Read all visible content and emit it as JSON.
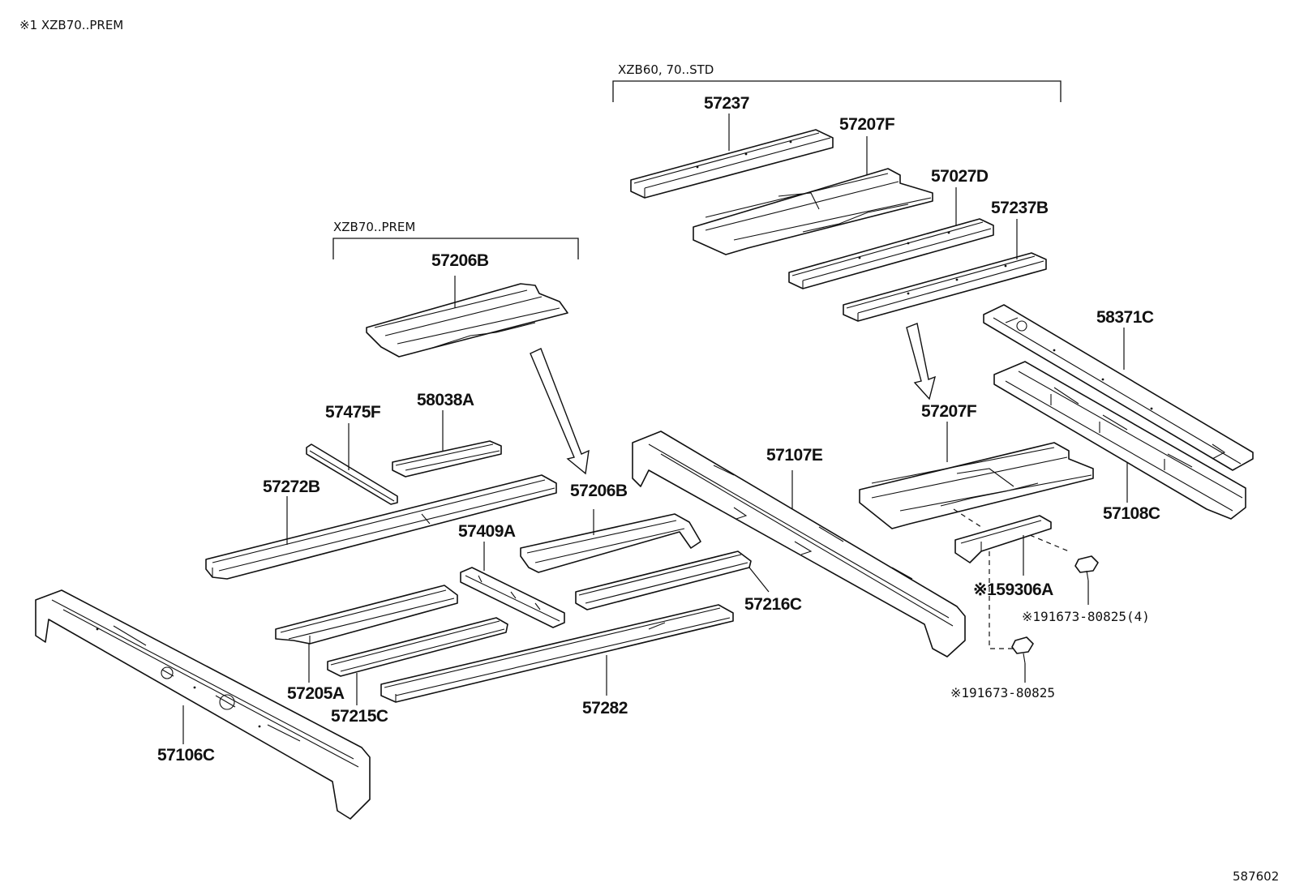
{
  "note": "※1 XZB70..PREM",
  "figure_id": "587602",
  "groups": {
    "std": "XZB60, 70..STD",
    "prem": "XZB70..PREM"
  },
  "parts": {
    "p57237": "57237",
    "p57207F_top": "57207F",
    "p57027D": "57027D",
    "p57237B": "57237B",
    "p58371C": "58371C",
    "p57207F_mid": "57207F",
    "p57108C": "57108C",
    "p57107E": "57107E",
    "p57206B_top": "57206B",
    "p57475F": "57475F",
    "p58038A": "58038A",
    "p57272B": "57272B",
    "p57206B_mid": "57206B",
    "p57409A": "57409A",
    "p57216C": "57216C",
    "p57205A": "57205A",
    "p57215C": "57215C",
    "p57282": "57282",
    "p57106C": "57106C",
    "p59306A": "※159306A",
    "p191673_4": "※191673-80825(4)",
    "p191673": "※191673-80825"
  }
}
